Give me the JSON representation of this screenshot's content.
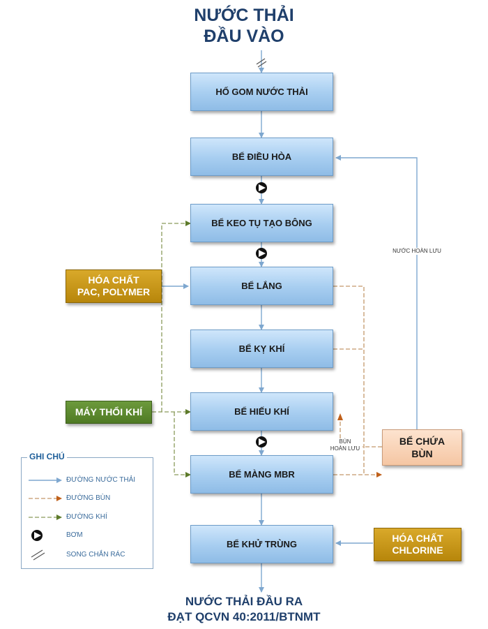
{
  "title_line1": "NƯỚC THẢI",
  "title_line2": "ĐẦU VÀO",
  "process": [
    "HỐ GOM NƯỚC THẢI",
    "BỂ ĐIỀU HÒA",
    "BỂ KEO TỤ TẠO BÔNG",
    "BỂ LẮNG",
    "BỂ KỴ KHÍ",
    "BỂ HIẾU KHÍ",
    "BỂ MÀNG MBR",
    "BỂ KHỬ TRÙNG"
  ],
  "inputs": {
    "chemical_pac": [
      "HÓA CHẤT",
      "PAC, POLYMER"
    ],
    "blower": "MÁY THỔI KHÍ",
    "chlorine": [
      "HÓA CHẤT",
      "CHLORINE"
    ]
  },
  "sludge_tank": [
    "BỂ CHỨA",
    "BÙN"
  ],
  "labels": {
    "return_water": "NƯỚC HOÀN LƯU",
    "return_sludge": [
      "BÙN",
      "HOÀN LƯU"
    ]
  },
  "output_line1": "NƯỚC THẢI ĐẦU RA",
  "output_line2": "ĐẠT QCVN 40:2011/BTNMT",
  "legend": {
    "title": "GHI CHÚ",
    "items": [
      "ĐƯỜNG NƯỚC THẢI",
      "ĐƯỜNG BÙN",
      "ĐƯỜNG KHÍ",
      "BƠM",
      "SONG CHẮN RÁC"
    ]
  },
  "colors": {
    "water_line": "#7ea7cf",
    "sludge_line": "#c4986a",
    "air_line": "#8a9a5b",
    "sludge_arrow": "#c0601a",
    "air_arrow": "#5d7a2a"
  }
}
